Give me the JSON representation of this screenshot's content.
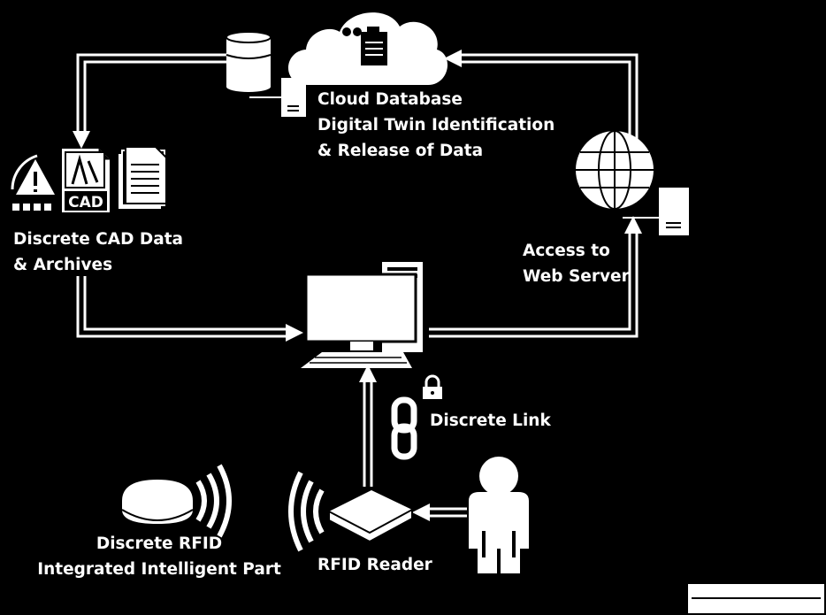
{
  "labels": {
    "cloud_database": [
      "Cloud Database",
      "Digital Twin Identification",
      "& Release of Data"
    ],
    "cad_data": [
      "Discrete CAD Data",
      "& Archives"
    ],
    "web_server": [
      "Access to",
      "Web Server"
    ],
    "discrete_link": "Discrete Link",
    "rfid_part": [
      "Discrete RFID",
      "Integrated Intelligent Part"
    ],
    "rfid_reader": "RFID Reader",
    "cad_badge": "CAD"
  },
  "colors": {
    "background": "#000000",
    "foreground": "#ffffff"
  },
  "icons": [
    "cloud-icon",
    "database-icon",
    "document-icon",
    "warning-icon",
    "cad-file-icon",
    "archive-documents-icon",
    "globe-icon",
    "server-doc-icon",
    "computer-icon",
    "padlock-icon",
    "chain-link-icon",
    "rfid-tag-icon",
    "rfid-reader-icon",
    "person-icon",
    "signal-waves-icon"
  ]
}
